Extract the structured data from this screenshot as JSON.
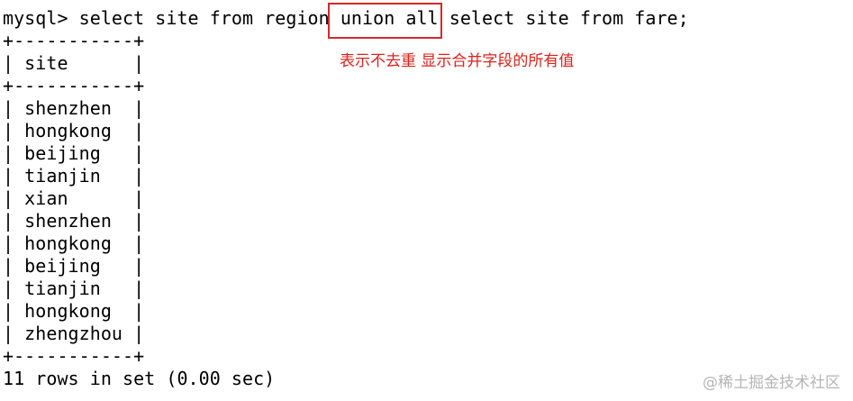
{
  "command": {
    "prompt": "mysql>",
    "query": "select site from region union all select site from fare;"
  },
  "table": {
    "border": "+-----------+",
    "header_row": "| site      |",
    "rows": [
      "| shenzhen  |",
      "| hongkong  |",
      "| beijing   |",
      "| tianjin   |",
      "| xian      |",
      "| shenzhen  |",
      "| hongkong  |",
      "| beijing   |",
      "| tianjin   |",
      "| hongkong  |",
      "| zhengzhou |"
    ],
    "values": [
      "shenzhen",
      "hongkong",
      "beijing",
      "tianjin",
      "xian",
      "shenzhen",
      "hongkong",
      "beijing",
      "tianjin",
      "hongkong",
      "zhengzhou"
    ]
  },
  "result_summary": "11 rows in set (0.00 sec)",
  "annotation": {
    "text": "表示不去重 显示合并字段的所有值",
    "color": "#e0201a",
    "highlighted_text": "union all",
    "box_color": "#d62828"
  },
  "watermark": "@稀土掘金技术社区"
}
